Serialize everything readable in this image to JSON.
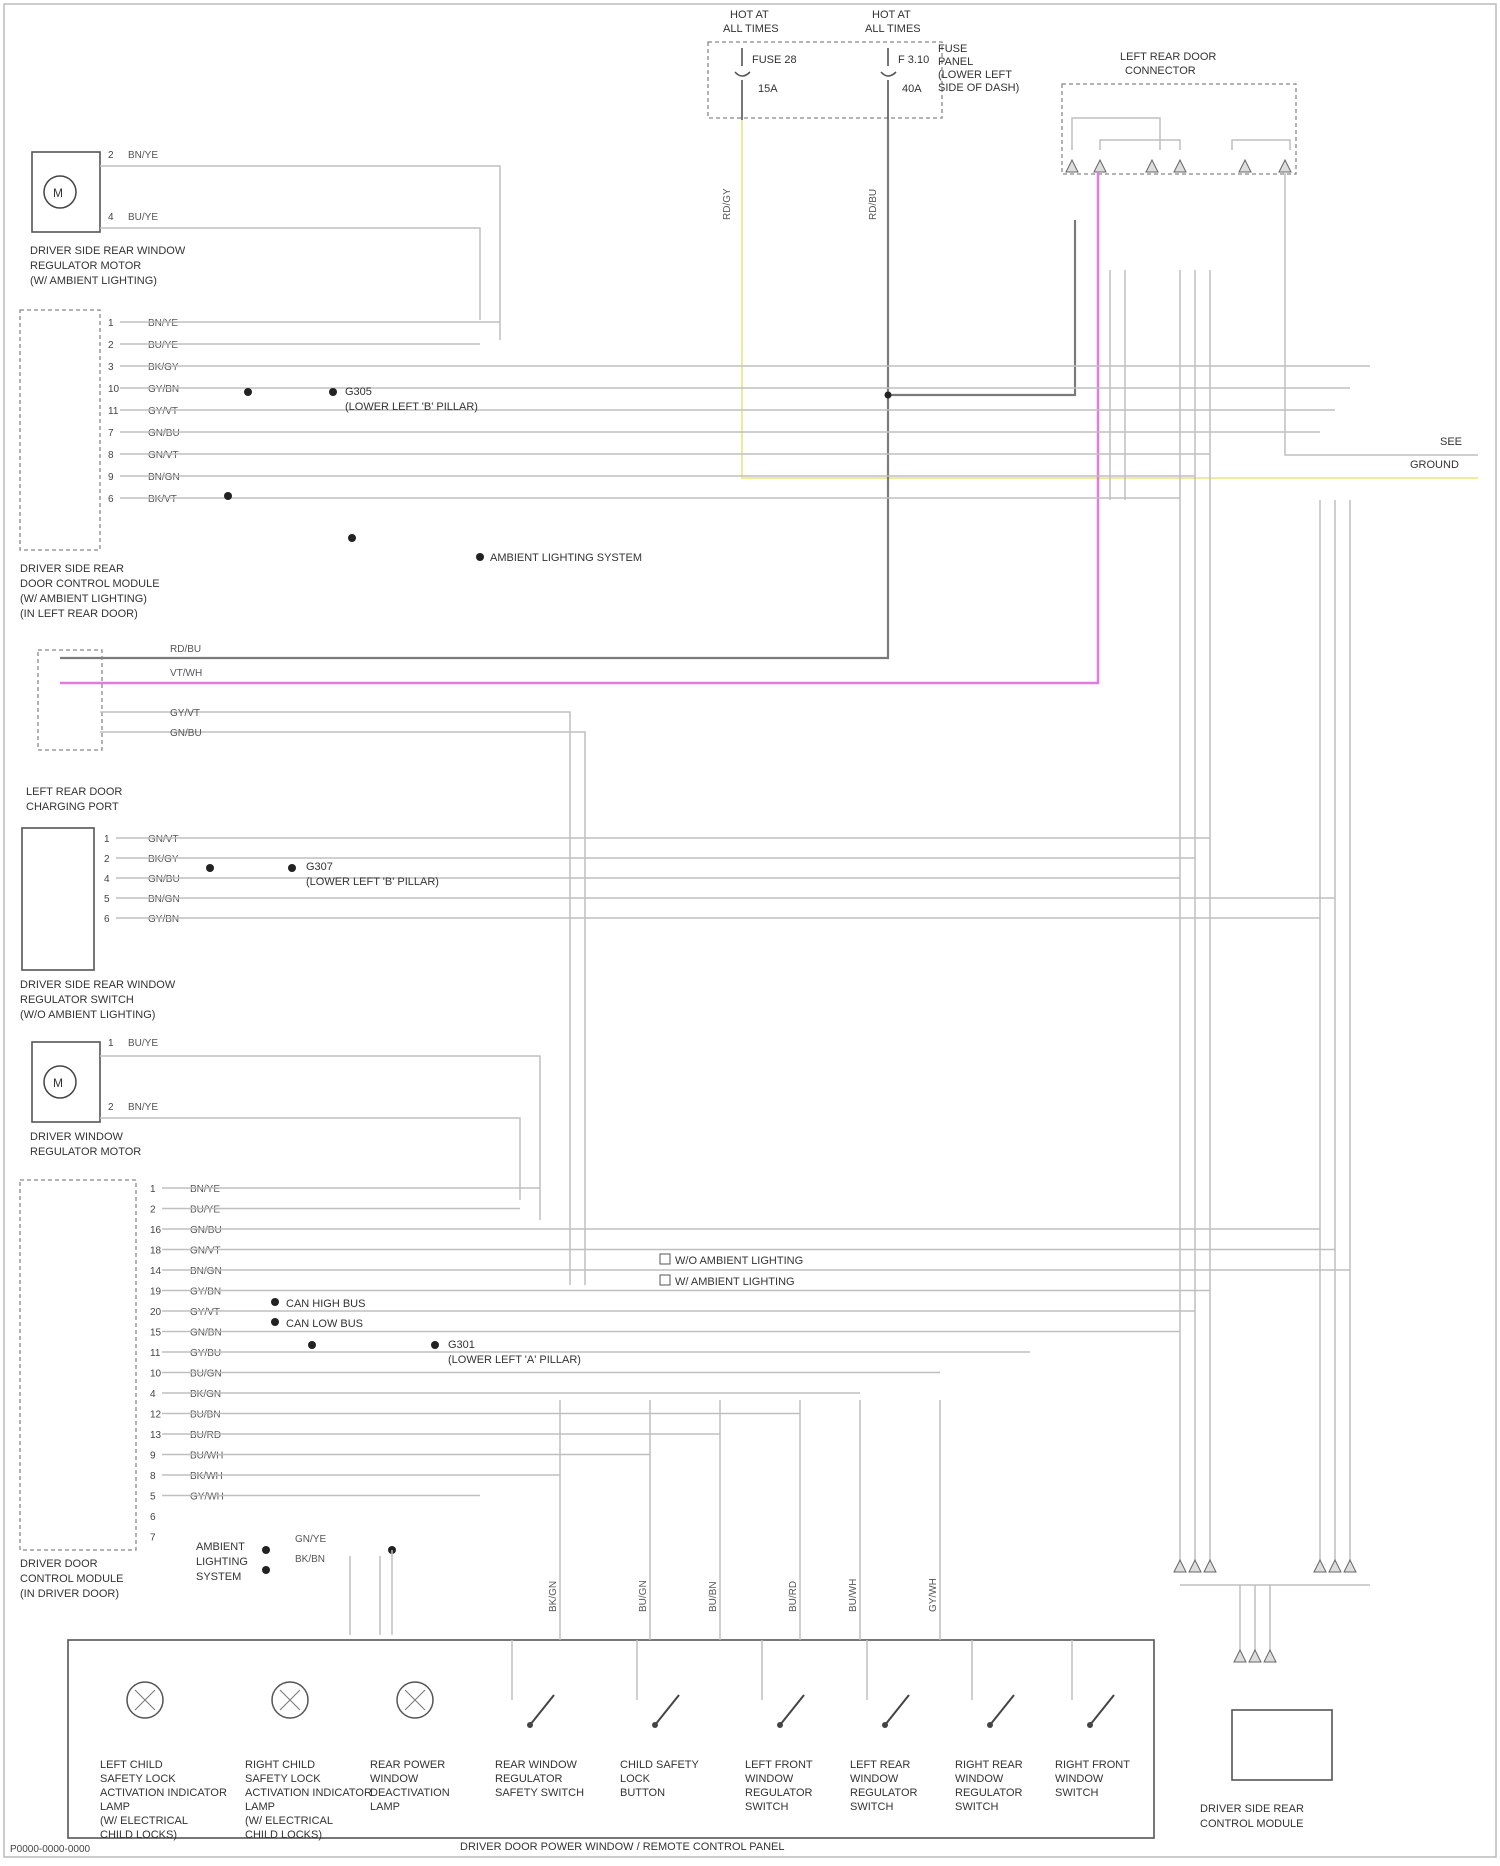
{
  "hot": {
    "left": {
      "line1": "HOT AT",
      "line2": "ALL TIMES",
      "fuse": "FUSE 28",
      "amp": "15A"
    },
    "right": {
      "line1": "HOT AT",
      "line2": "ALL TIMES",
      "fuse": "F 3.10",
      "amp": "40A"
    },
    "box_label": [
      "FUSE",
      "PANEL",
      "(LOWER LEFT",
      "SIDE OF DASH)"
    ]
  },
  "connector_strip_label": [
    "LEFT REAR DOOR",
    "CONNECTOR"
  ],
  "wire_labels": {
    "hot_left": "RD/GY",
    "hot_right": "RD/BU",
    "pink": "VT/WH"
  },
  "components": {
    "dr_rear_motor": {
      "label": [
        "DRIVER SIDE REAR WINDOW",
        "REGULATOR MOTOR",
        "(W/ AMBIENT LIGHTING)"
      ],
      "pins": [
        "2",
        "4"
      ],
      "wires": [
        "BN/YE",
        "BU/YE"
      ]
    },
    "dr_rear_module": {
      "label": [
        "DRIVER SIDE REAR",
        "DOOR CONTROL MODULE",
        "(W/ AMBIENT LIGHTING)",
        "(IN LEFT REAR DOOR)"
      ],
      "pins": [
        "1",
        "2",
        "3",
        "10",
        "11",
        "7",
        "8",
        "9",
        "6"
      ],
      "wires": [
        "BN/YE",
        "BU/YE",
        "BK/GY",
        "GY/BN",
        "GY/VT",
        "GN/BU",
        "GN/VT",
        "BN/GN",
        "BK/VT"
      ]
    },
    "splice_g": {
      "label": [
        "G305",
        "(LOWER LEFT 'B' PILLAR)"
      ]
    },
    "ambient_lighting": {
      "label": "AMBIENT LIGHTING SYSTEM"
    },
    "left_rear_connector": {
      "label": [
        "LEFT REAR DOOR",
        "CHARGING PORT"
      ],
      "wires": [
        "RD/BU",
        "VT/WH",
        "GY/VT",
        "GN/BU"
      ]
    },
    "dr_side_rear_regulator": {
      "label": [
        "DRIVER SIDE REAR WINDOW",
        "REGULATOR SWITCH",
        "(W/O AMBIENT LIGHTING)"
      ],
      "pins": [
        "1",
        "2",
        "4",
        "5",
        "6"
      ],
      "wires": [
        "GN/VT",
        "BK/GY",
        "GN/BU",
        "BN/GN",
        "GY/BN"
      ]
    },
    "splice_g2": {
      "label": [
        "G307",
        "(LOWER LEFT 'B' PILLAR)"
      ]
    },
    "dr_window_motor": {
      "label": [
        "DRIVER WINDOW",
        "REGULATOR MOTOR"
      ],
      "pins": [
        "1",
        "2"
      ],
      "wires": [
        "BU/YE",
        "BN/YE"
      ]
    },
    "driver_door_module": {
      "label": [
        "DRIVER DOOR",
        "CONTROL MODULE",
        "(IN DRIVER DOOR)"
      ],
      "pins": [
        "1",
        "2",
        "16",
        "18",
        "14",
        "19",
        "20",
        "15",
        "11",
        "10",
        "4",
        "12",
        "13",
        "9",
        "8",
        "5",
        "6",
        "7"
      ],
      "wires": [
        "BN/YE",
        "BU/YE",
        "GN/BU",
        "GN/VT",
        "BN/GN",
        "GY/BN",
        "GY/VT",
        "GN/BN",
        "GY/BU",
        "BU/GN",
        "BK/GN",
        "BU/BN",
        "BU/RD",
        "BU/WH",
        "BK/WH",
        "GY/WH"
      ]
    },
    "canbus": {
      "label": [
        "CAN HIGH BUS",
        "CAN LOW BUS"
      ]
    },
    "g_driver": {
      "label": [
        "G301",
        "(LOWER LEFT 'A' PILLAR)"
      ]
    },
    "ambient_bus": {
      "label": [
        "AMBIENT",
        "LIGHTING",
        "SYSTEM"
      ],
      "wires": [
        "GN/YE",
        "BK/BN"
      ]
    },
    "legend": {
      "items": [
        "W/O AMBIENT LIGHTING",
        "W/ AMBIENT LIGHTING"
      ]
    },
    "ground_right": {
      "label": [
        "SEE",
        "GROUND"
      ]
    },
    "module_bottom": {
      "label": [
        "DRIVER SIDE REAR",
        "CONTROL MODULE"
      ]
    },
    "switch_panel": {
      "title": "DRIVER DOOR POWER WINDOW / REMOTE CONTROL PANEL",
      "items": [
        [
          "LEFT CHILD",
          "SAFETY LOCK",
          "ACTIVATION INDICATOR",
          "LAMP",
          "(W/ ELECTRICAL",
          "CHILD LOCKS)"
        ],
        [
          "RIGHT CHILD",
          "SAFETY LOCK",
          "ACTIVATION INDICATOR",
          "LAMP",
          "(W/ ELECTRICAL",
          "CHILD LOCKS)"
        ],
        [
          "REAR POWER",
          "WINDOW",
          "DEACTIVATION",
          "LAMP"
        ],
        [
          "REAR WINDOW",
          "REGULATOR",
          "SAFETY SWITCH"
        ],
        [
          "CHILD SAFETY",
          "LOCK",
          "BUTTON"
        ],
        [
          "LEFT FRONT",
          "WINDOW",
          "REGULATOR",
          "SWITCH"
        ],
        [
          "LEFT REAR",
          "WINDOW",
          "REGULATOR",
          "SWITCH"
        ],
        [
          "RIGHT REAR",
          "WINDOW",
          "REGULATOR",
          "SWITCH"
        ],
        [
          "RIGHT FRONT",
          "WINDOW",
          "SWITCH"
        ]
      ],
      "top_wires": [
        "BK/GN",
        "BU/GN",
        "BU/BN",
        "BU/RD",
        "BU/WH",
        "GY/WH"
      ]
    }
  },
  "footer": {
    "left": "P0000-0000-0000"
  }
}
